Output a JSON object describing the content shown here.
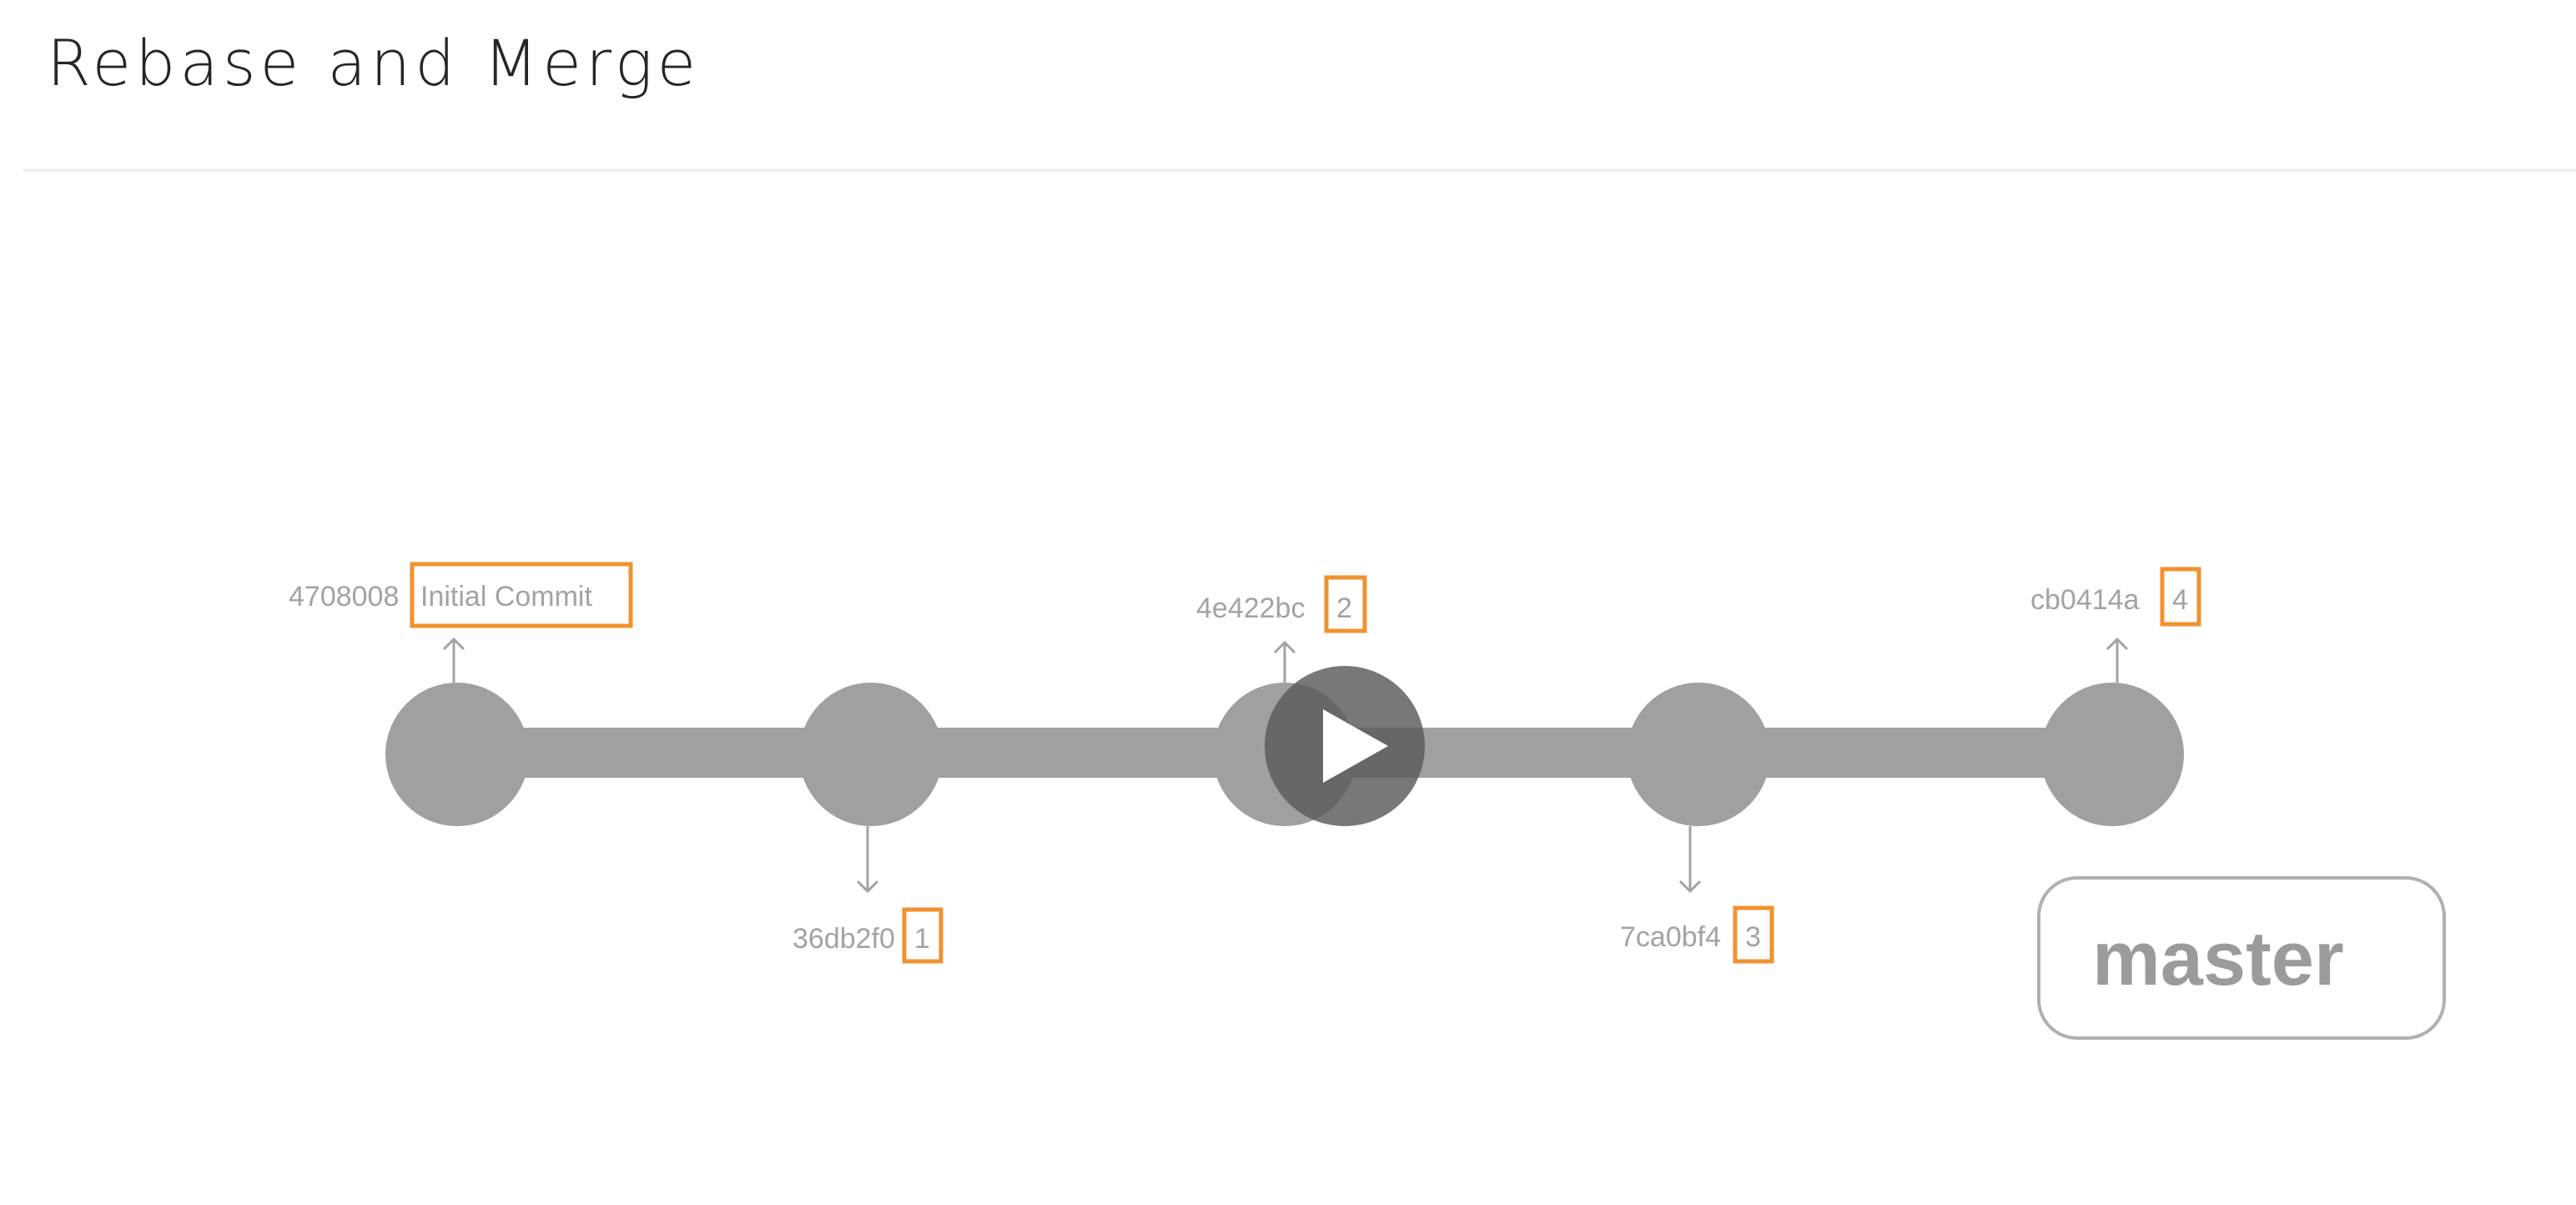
{
  "page": {
    "title": "Rebase and Merge"
  },
  "diagram": {
    "commits": [
      {
        "hash": "4708008",
        "message": "Initial Commit"
      },
      {
        "hash": "36db2f0",
        "message": "1"
      },
      {
        "hash": "4e422bc",
        "message": "2"
      },
      {
        "hash": "7ca0bf4",
        "message": "3"
      },
      {
        "hash": "cb0414a",
        "message": "4"
      }
    ],
    "branch": "master"
  },
  "video": {
    "play_icon": "play-icon"
  },
  "colors": {
    "highlight_border": "#f0922e",
    "graph_gray": "#a0a0a0",
    "label_gray": "#a3a3a3",
    "play_button": "#5a5a5a"
  }
}
